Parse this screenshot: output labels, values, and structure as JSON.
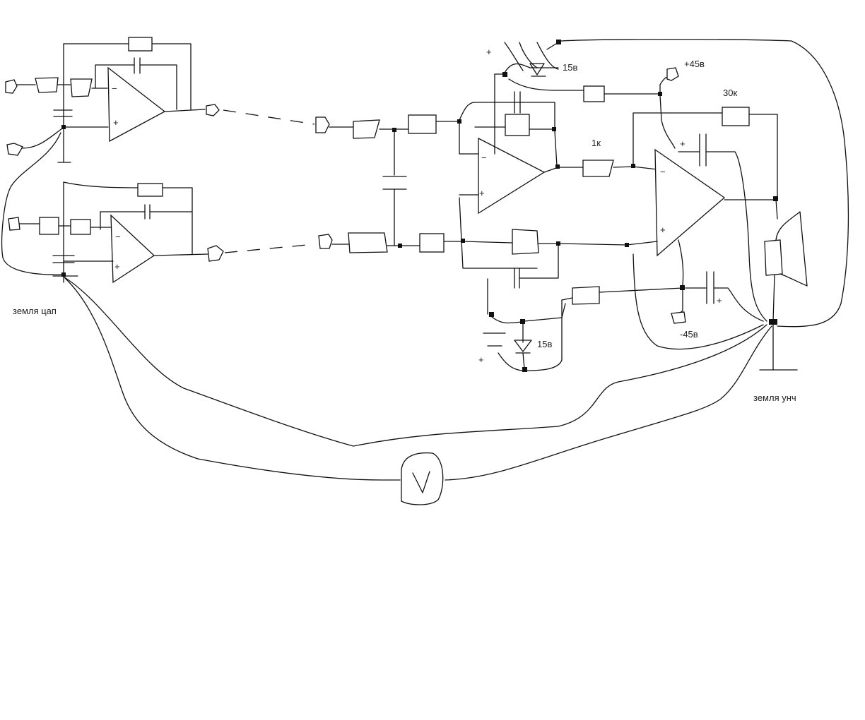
{
  "labels": {
    "ground_dac": "земля цап",
    "ground_amp": "земля унч",
    "zener_top": "15в",
    "zener_bottom": "15в",
    "supply_pos": "+45в",
    "supply_neg": "-45в",
    "resistor_1k": "1к",
    "resistor_30k": "30к"
  },
  "symbols": {
    "minus": "−",
    "plus": "+"
  }
}
